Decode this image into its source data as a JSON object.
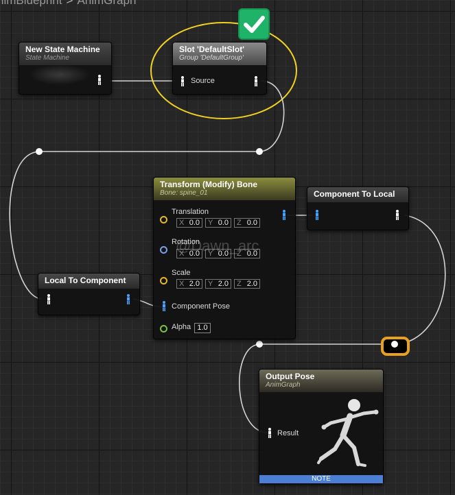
{
  "breadcrumb": {
    "blueprint": "nimBlueprint",
    "separator": ">",
    "graph": "AnimGraph"
  },
  "colors": {
    "pose_pin": "#ffffff",
    "pose_pin_blue": "#4aa3ff",
    "translation_pin": "#e8b820",
    "rotation_pin": "#7aa0e8",
    "scale_pin": "#e8b820",
    "alpha_pin": "#7ac440",
    "highlight_ring": "#f2d21e",
    "note_bar": "#4a7fd4",
    "reroute_highlight": "#e8a020",
    "check_badge": "#1fb36a"
  },
  "nodes": {
    "state_machine": {
      "title": "New State Machine",
      "subtitle": "State Machine"
    },
    "slot": {
      "title": "Slot 'DefaultSlot'",
      "subtitle": "Group 'DefaultGroup'",
      "input_label": "Source"
    },
    "transform_bone": {
      "title": "Transform (Modify) Bone",
      "subtitle": "Bone: spine_01",
      "translation": {
        "label": "Translation",
        "x": "0.0",
        "y": "0.0",
        "z": "0.0"
      },
      "rotation": {
        "label": "Rotation",
        "x": "0.0",
        "y": "0.0",
        "z": "0.0"
      },
      "scale": {
        "label": "Scale",
        "x": "2.0",
        "y": "2.0",
        "z": "2.0"
      },
      "component_pose_label": "Component Pose",
      "alpha_label": "Alpha",
      "alpha_value": "1.0",
      "axis": {
        "x": "X",
        "y": "Y",
        "z": "Z"
      }
    },
    "component_to_local": {
      "title": "Component To Local"
    },
    "local_to_component": {
      "title": "Local To Component"
    },
    "output_pose": {
      "title": "Output Pose",
      "subtitle": "AnimGraph",
      "input_label": "Result",
      "note": "NOTE"
    }
  },
  "watermark": "@Dawn_arc",
  "icons": {
    "check": "check-icon",
    "pose": "pose-pin-icon",
    "mannequin": "mannequin-icon"
  }
}
